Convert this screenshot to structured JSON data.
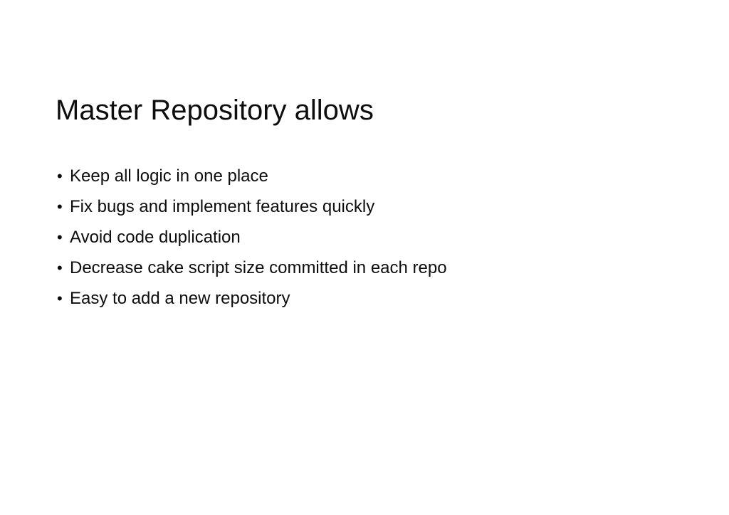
{
  "slide": {
    "title": "Master Repository allows",
    "bullet_glyph": "•",
    "bullets": [
      "Keep all logic in one place",
      "Fix bugs and implement features quickly",
      "Avoid code duplication",
      "Decrease cake script size committed in each repo",
      "Easy to add a new repository"
    ],
    "colors": {
      "background": "#ffffff",
      "text": "#0d0d0d"
    }
  }
}
